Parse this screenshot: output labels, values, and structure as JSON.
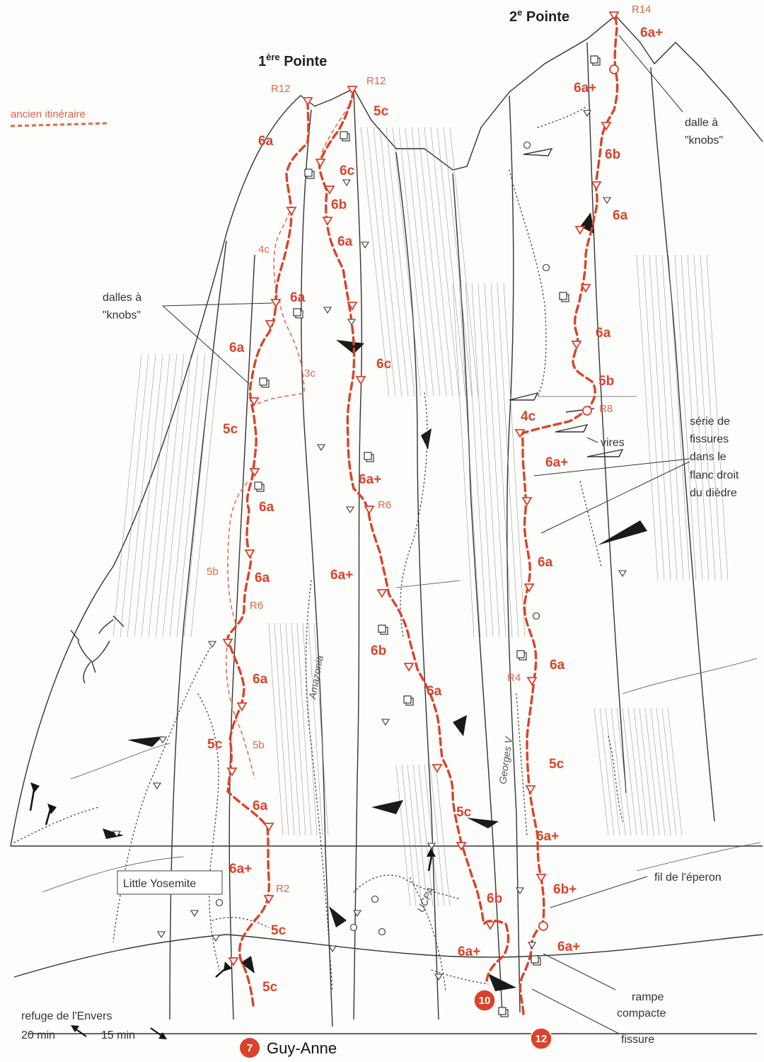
{
  "summits": {
    "first": {
      "label": "1",
      "sup": "ère",
      "rest": " Pointe"
    },
    "second": {
      "label": "2",
      "sup": "e",
      "rest": " Pointe"
    }
  },
  "legend": {
    "old_route": "ancien itinéraire",
    "refuge": "refuge de l'Envers",
    "time_left": "20 min",
    "time_right": "15 min"
  },
  "annotations": {
    "dalles_knobs_left_1": "dalles à",
    "dalles_knobs_left_2": "\"knobs\"",
    "dalle_knobs_right_1": "dalle à",
    "dalle_knobs_right_2": "\"knobs\"",
    "serie_1": "série de",
    "serie_2": "fissures",
    "serie_3": "dans le",
    "serie_4": "flanc droit",
    "serie_5": "du dièdre",
    "vires": "vires",
    "fil": "fil de l'éperon",
    "rampe_1": "rampe",
    "rampe_2": "compacte",
    "fissure": "fissure",
    "little_yosemite": "Little Yosemite"
  },
  "route_names": {
    "amazonia": "Amazonia",
    "georges_v": "Georges V",
    "ucpa": "UCPA"
  },
  "routes": {
    "guy_anne": {
      "number": "7",
      "name": "Guy-Anne"
    },
    "route_10": {
      "number": "10"
    },
    "route_12": {
      "number": "12"
    }
  },
  "belays": {
    "r12_left": "R12",
    "r12_right": "R12",
    "r14": "R14",
    "r8": "R8",
    "r6_mid": "R6",
    "r6_left": "R6",
    "r4": "R4",
    "r2": "R2"
  },
  "grades": {
    "g7_1": "5c",
    "g7_2": "5c",
    "g7_3": "6a+",
    "g7_4": "6a",
    "g7_5": "5c",
    "g7_6": "6a",
    "g7_7": "6a",
    "g7_8": "6a",
    "g7_9": "5c",
    "g7_10": "6a",
    "g7_11": "6a",
    "g7_12": "6a",
    "g10_1": "6a+",
    "g10_2": "6b",
    "g10_3": "5c",
    "g10_4": "6a",
    "g10_5": "6b",
    "g10_6": "6a+",
    "g10_7": "6a+",
    "g10_8": "6c",
    "g10_9": "6a",
    "g10_10": "6b",
    "g10_11": "6c",
    "g10_12": "5c",
    "g12_1": "6a+",
    "g12_2": "6b+",
    "g12_3": "6a+",
    "g12_4": "5c",
    "g12_5": "6a",
    "g12_6": "6a",
    "g12_7": "6a+",
    "g12_8": "4c",
    "g12_9": "5b",
    "g12_10": "6a",
    "g12_11": "6a",
    "g12_12": "6b",
    "g12_13": "6a+",
    "g12_14": "6a+",
    "old_1": "5b",
    "old_2": "5b",
    "old_3": "3c",
    "old_4": "4c"
  },
  "colors": {
    "route_red": "#d9432b",
    "light_red": "#e0664c",
    "ink": "#222222",
    "paper": "#fdfdfb"
  }
}
